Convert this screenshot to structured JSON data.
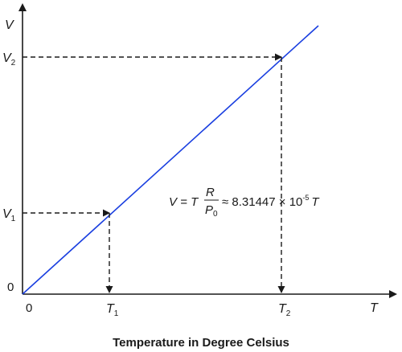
{
  "chart_data": {
    "type": "line",
    "title": "",
    "xlabel": "Temperature in Degree Celsius",
    "x_axis_symbol": "T",
    "y_axis_symbol": "V",
    "origin_x_label": "0",
    "origin_y_label": "0",
    "x_ticks": [
      {
        "base": "T",
        "sub": "1"
      },
      {
        "base": "T",
        "sub": "2"
      }
    ],
    "y_ticks": [
      {
        "base": "V",
        "sub": "1"
      },
      {
        "base": "V",
        "sub": "2"
      }
    ],
    "series": [
      {
        "color": "#1a3fe0",
        "kind": "straight line through origin"
      }
    ],
    "formula": {
      "lhs": "V = T",
      "numerator": "R",
      "denominator": "P",
      "denominator_sub": "0",
      "approx": "≈ 8.31447 × 10",
      "exponent": "-5",
      "tail": "T"
    }
  }
}
